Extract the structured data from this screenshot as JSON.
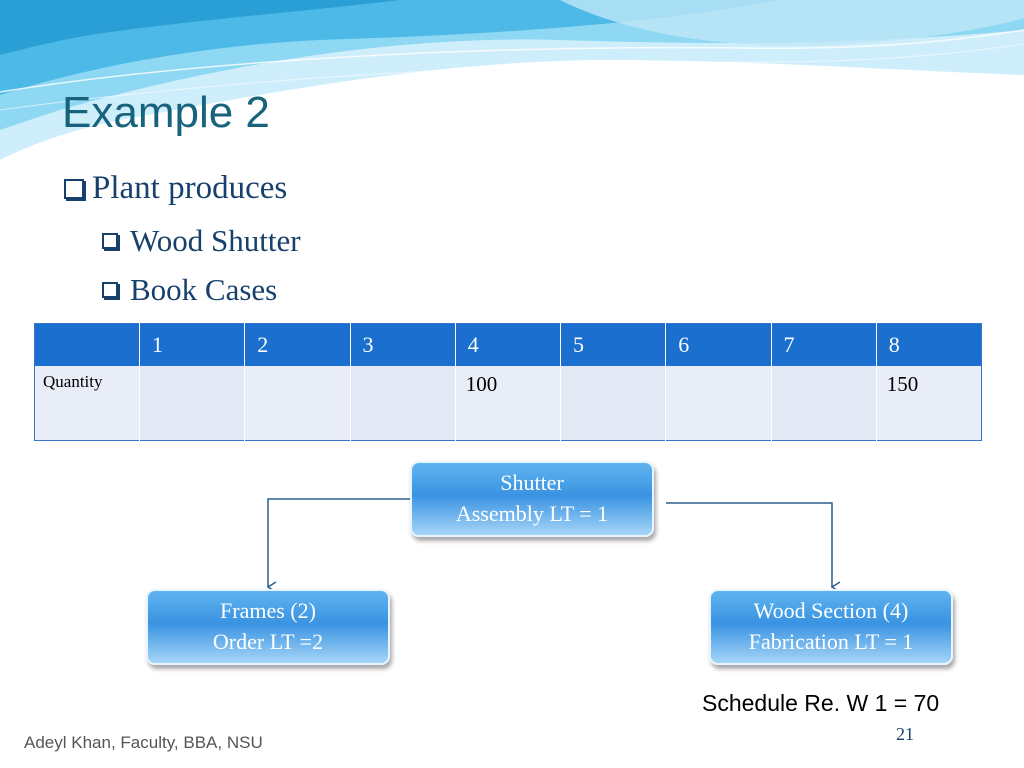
{
  "title": "Example 2",
  "bullets": {
    "main": "Plant produces",
    "sub": [
      "Wood Shutter",
      "Book Cases"
    ]
  },
  "schedule_table": {
    "header": [
      "",
      "1",
      "2",
      "3",
      "4",
      "5",
      "6",
      "7",
      "8"
    ],
    "row": [
      "Quantity",
      "",
      "",
      "",
      "100",
      "",
      "",
      "",
      "150"
    ]
  },
  "diagram": {
    "shutter": {
      "line1": "Shutter",
      "line2": "Assembly LT = 1"
    },
    "frames": {
      "line1": "Frames (2)",
      "line2": "Order LT =2"
    },
    "wood": {
      "line1": "Wood Section (4)",
      "line2": "Fabrication LT = 1"
    }
  },
  "note": "Schedule Re. W 1 = 70",
  "footer": "Adeyl Khan, Faculty, BBA, NSU",
  "page_number": "21",
  "colors": {
    "accent": "#17637d",
    "table_header": "#1a6fcf",
    "node": "#3a93e2"
  }
}
